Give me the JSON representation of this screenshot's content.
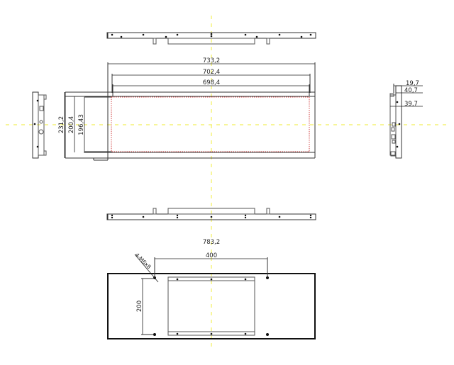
{
  "drawing": {
    "type": "mechanical drawing - stretched bar display",
    "colors": {
      "outline": "#333333",
      "centerline": "#f2ef5a",
      "active_area": "#d04040",
      "background": "#ffffff"
    },
    "front_view": {
      "width_dims": {
        "overall": "733,2",
        "bezel_opening": "702,4",
        "active_area": "698,4"
      },
      "height_dims": {
        "overall": "231,2",
        "bezel_opening": "200,4",
        "active_area": "196,43"
      }
    },
    "side_view_right": {
      "depth_dims": {
        "top": "19,7",
        "middle": "40,7",
        "bottom": "39,7"
      }
    },
    "bottom_view": {
      "overall_width": "783,2"
    },
    "rear_view": {
      "vesa_horizontal": "400",
      "vesa_vertical": "200",
      "screw_callout": "4-M6x8"
    }
  }
}
